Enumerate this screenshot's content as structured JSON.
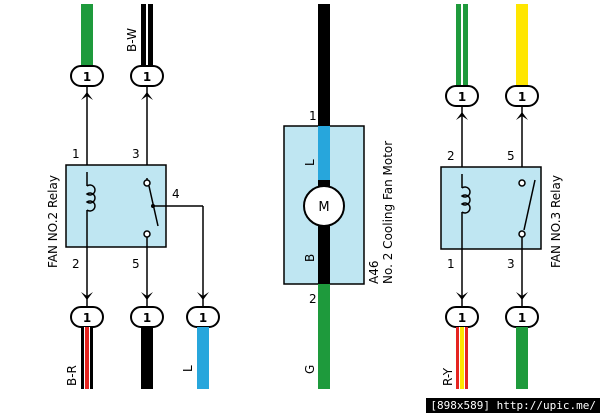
{
  "colors": {
    "green": "#1e9a3c",
    "yellow": "#ffe600",
    "red": "#e52421",
    "black": "#000000",
    "blue": "#27a6dc",
    "box_fill": "#bfe6f2",
    "white": "#ffffff"
  },
  "left_relay": {
    "name": "FAN NO.2 Relay",
    "pins": {
      "p1": "1",
      "p2": "2",
      "p3": "3",
      "p4": "4",
      "p5": "5"
    },
    "top_connectors": [
      "1",
      "1"
    ],
    "bottom_connectors": [
      "1",
      "1",
      "1"
    ],
    "wire_bw": "B-W",
    "wire_br": "B-R",
    "wire_l": "L"
  },
  "motor": {
    "code": "A46",
    "name": "No. 2 Cooling Fan Motor",
    "symbol": "M",
    "pin_top": "1",
    "pin_bottom": "2",
    "wire_l": "L",
    "wire_b": "B",
    "wire_g": "G"
  },
  "right_relay": {
    "name": "FAN NO.3 Relay",
    "pins": {
      "p1": "1",
      "p2": "2",
      "p3": "3",
      "p5": "5"
    },
    "top_connectors": [
      "1",
      "1"
    ],
    "bottom_connectors": [
      "1",
      "1"
    ],
    "wire_ry": "R-Y"
  },
  "footer": {
    "text": "[898x589] http://upic.me/"
  }
}
